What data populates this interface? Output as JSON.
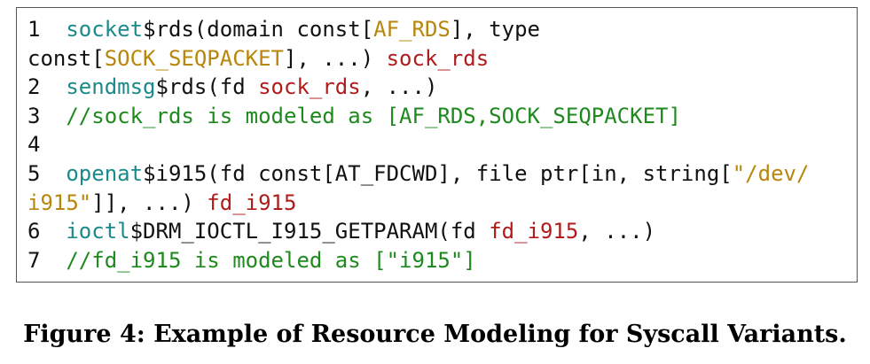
{
  "code": {
    "l1": {
      "num": "1",
      "call": "socket",
      "a": "$rds(domain const[",
      "af_rds": "AF_RDS",
      "b": "], type"
    },
    "l1c": {
      "a": "const[",
      "sock_seqpacket": "SOCK_SEQPACKET",
      "b": "], ...) ",
      "ret": "sock_rds"
    },
    "l2": {
      "num": "2",
      "call": "sendmsg",
      "a": "$rds(fd ",
      "res": "sock_rds",
      "b": ", ...)"
    },
    "l3": {
      "num": "3",
      "comment": "//sock_rds is modeled as [AF_RDS,SOCK_SEQPACKET]"
    },
    "l4": {
      "num": "4"
    },
    "l5": {
      "num": "5",
      "call": "openat",
      "a": "$i915(fd const[AT_FDCWD], file ptr[in, string[",
      "path1": "\"/dev/"
    },
    "l5c": {
      "path2": "i915\"",
      "b": "]], ...) ",
      "ret": "fd_i915"
    },
    "l6": {
      "num": "6",
      "call": "ioctl",
      "a": "$DRM_IOCTL_I915_GETPARAM(fd ",
      "res": "fd_i915",
      "b": ", ...)"
    },
    "l7": {
      "num": "7",
      "comment": "//fd_i915 is modeled as [\"i915\"]"
    }
  },
  "caption": "Figure 4: Example of Resource Modeling for Syscall Variants.",
  "colors": {
    "syscall": "#1a8a8a",
    "constant": "#b8860b",
    "resource": "#b01c1c",
    "comment": "#1e8a1e"
  }
}
